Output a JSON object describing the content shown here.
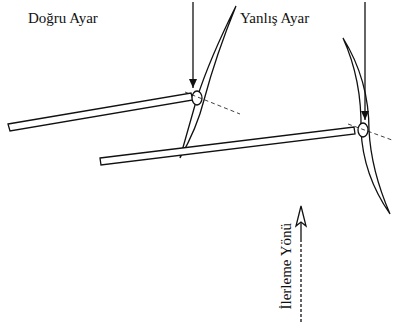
{
  "diagram": {
    "labels": [
      "Doğru Ayar",
      "Yanlış Ayar",
      "İlerleme Yönü"
    ]
  }
}
